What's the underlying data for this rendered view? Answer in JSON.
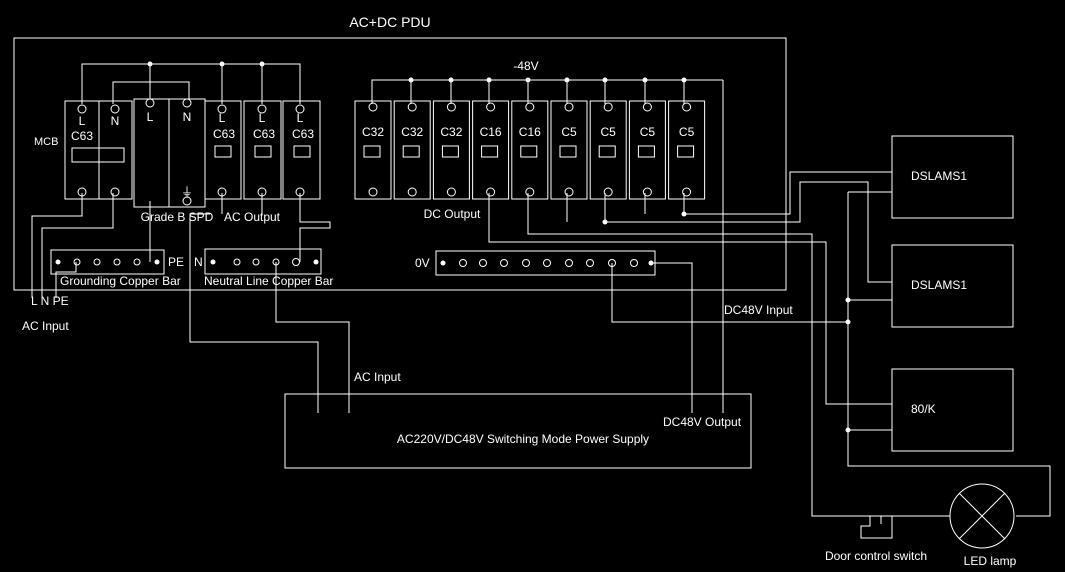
{
  "title": "AC+DC PDU",
  "ac_panel": {
    "mcb_label": "MCB",
    "breakers": [
      {
        "top": "L",
        "rating": "C63"
      },
      {
        "top": "N",
        "rating": ""
      },
      {
        "top": "L",
        "rating": "C63"
      },
      {
        "top": "L",
        "rating": "C63"
      },
      {
        "top": "L",
        "rating": "C63"
      }
    ],
    "spd": {
      "terminals": [
        "L",
        "N"
      ],
      "ground_symbol": "⏚",
      "label": "Grade B SPD"
    },
    "ac_output_label": "AC Output",
    "grounding_bar": {
      "label": "Grounding Copper Bar",
      "tag": "PE"
    },
    "neutral_bar": {
      "label": "Neutral Line Copper Bar",
      "tag": "N"
    },
    "input_wires": "L N PE",
    "ac_input_label": "AC Input"
  },
  "dc_panel": {
    "bus_label": "-48V",
    "breakers": [
      "C32",
      "C32",
      "C32",
      "C16",
      "C16",
      "C5",
      "C5",
      "C5",
      "C5"
    ],
    "output_label": "DC Output",
    "zero_bar_label": "0V"
  },
  "psu": {
    "title": "AC220V/DC48V Switching Mode Power Supply",
    "ac_input_label": "AC Input",
    "dc_output_label": "DC48V Output",
    "dc_input_label": "DC48V Input"
  },
  "loads": [
    {
      "label": "DSLAMS1"
    },
    {
      "label": "DSLAMS1"
    },
    {
      "label": "80/K"
    }
  ],
  "door_switch_label": "Door control switch",
  "led_label": "LED lamp"
}
